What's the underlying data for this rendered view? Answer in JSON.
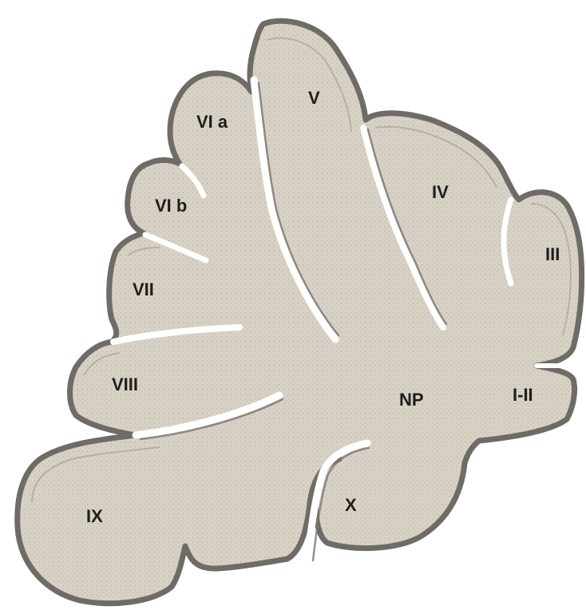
{
  "colors": {
    "background": "#ffffff",
    "tissue_fill": "#d8d2c6",
    "tissue_stipple": "#b9b2a4",
    "cortex_outline": "#6f6b66",
    "fissure": "#ffffff",
    "label_text": "#1e1e1e"
  },
  "labels": {
    "lobule_v": "V",
    "lobule_via": "VI a",
    "lobule_vib": "VI b",
    "lobule_iv": "IV",
    "lobule_iii": "III",
    "lobule_vii": "VII",
    "lobule_viii": "VIII",
    "nucleus_np": "NP",
    "lobule_i_ii": "I-II",
    "lobule_ix": "IX",
    "lobule_x": "X"
  }
}
